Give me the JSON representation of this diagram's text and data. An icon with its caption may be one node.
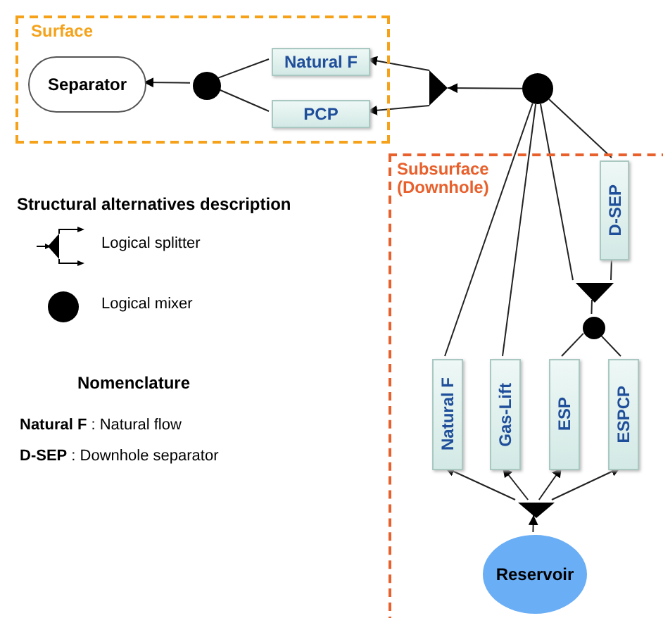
{
  "diagram": {
    "nodes": [
      {
        "text": [
          "Surface"
        ]
      },
      {
        "text": [
          "Separator"
        ],
        "in": 0
      },
      {
        "text": [],
        "shape": "circle",
        "in": 0
      },
      {
        "text": [
          "Natural F"
        ],
        "in": 0
      },
      {
        "text": [
          "PCP"
        ],
        "in": 0
      },
      {
        "text": [],
        "shape": "triangle"
      },
      {
        "text": [],
        "shape": "circle"
      },
      {
        "text": [
          "Subsurface (Downhole)"
        ]
      },
      {
        "text": [
          "D-SEP"
        ],
        "in": 7
      },
      {
        "text": [],
        "shape": "triangle",
        "in": 7
      },
      {
        "text": [],
        "shape": "circle",
        "in": 7
      },
      {
        "text": [
          "Natural F"
        ],
        "in": 7
      },
      {
        "text": [
          "Gas-Lift"
        ],
        "in": 7
      },
      {
        "text": [
          "ESP"
        ],
        "in": 7
      },
      {
        "text": [
          "ESPCP"
        ],
        "in": 7
      },
      {
        "text": [],
        "shape": "triangle",
        "in": 7
      },
      {
        "text": [
          "Reservoir"
        ],
        "in": 7
      }
    ],
    "edges": [
      {
        "from": 2,
        "to": 1,
        "arrow": "to"
      },
      {
        "from": 3,
        "to": 2,
        "arrow": "none"
      },
      {
        "from": 4,
        "to": 2,
        "arrow": "none"
      },
      {
        "from": 5,
        "to": 3,
        "arrow": "to"
      },
      {
        "from": 5,
        "to": 4,
        "arrow": "to"
      },
      {
        "from": 6,
        "to": 5,
        "arrow": "to"
      },
      {
        "from": 11,
        "to": 6,
        "arrow": "none"
      },
      {
        "from": 12,
        "to": 6,
        "arrow": "none"
      },
      {
        "from": 9,
        "to": 6,
        "arrow": "none"
      },
      {
        "from": 8,
        "to": 6,
        "arrow": "none"
      },
      {
        "from": 8,
        "to": 9,
        "arrow": "none"
      },
      {
        "from": 10,
        "to": 9,
        "arrow": "none"
      },
      {
        "from": 13,
        "to": 10,
        "arrow": "none"
      },
      {
        "from": 14,
        "to": 10,
        "arrow": "none"
      },
      {
        "from": 15,
        "to": 11,
        "arrow": "to"
      },
      {
        "from": 15,
        "to": 12,
        "arrow": "to"
      },
      {
        "from": 15,
        "to": 13,
        "arrow": "to"
      },
      {
        "from": 15,
        "to": 14,
        "arrow": "to"
      },
      {
        "from": 16,
        "to": 15,
        "arrow": "to"
      }
    ],
    "labels": [
      "Structural alternatives description",
      "Nomenclature",
      "**Natural F** : Natural flow",
      "**D-SEP** : Downhole separator"
    ],
    "legend": [
      {
        "text": "Logical splitter"
      },
      {
        "text": "Logical mixer"
      }
    ]
  }
}
